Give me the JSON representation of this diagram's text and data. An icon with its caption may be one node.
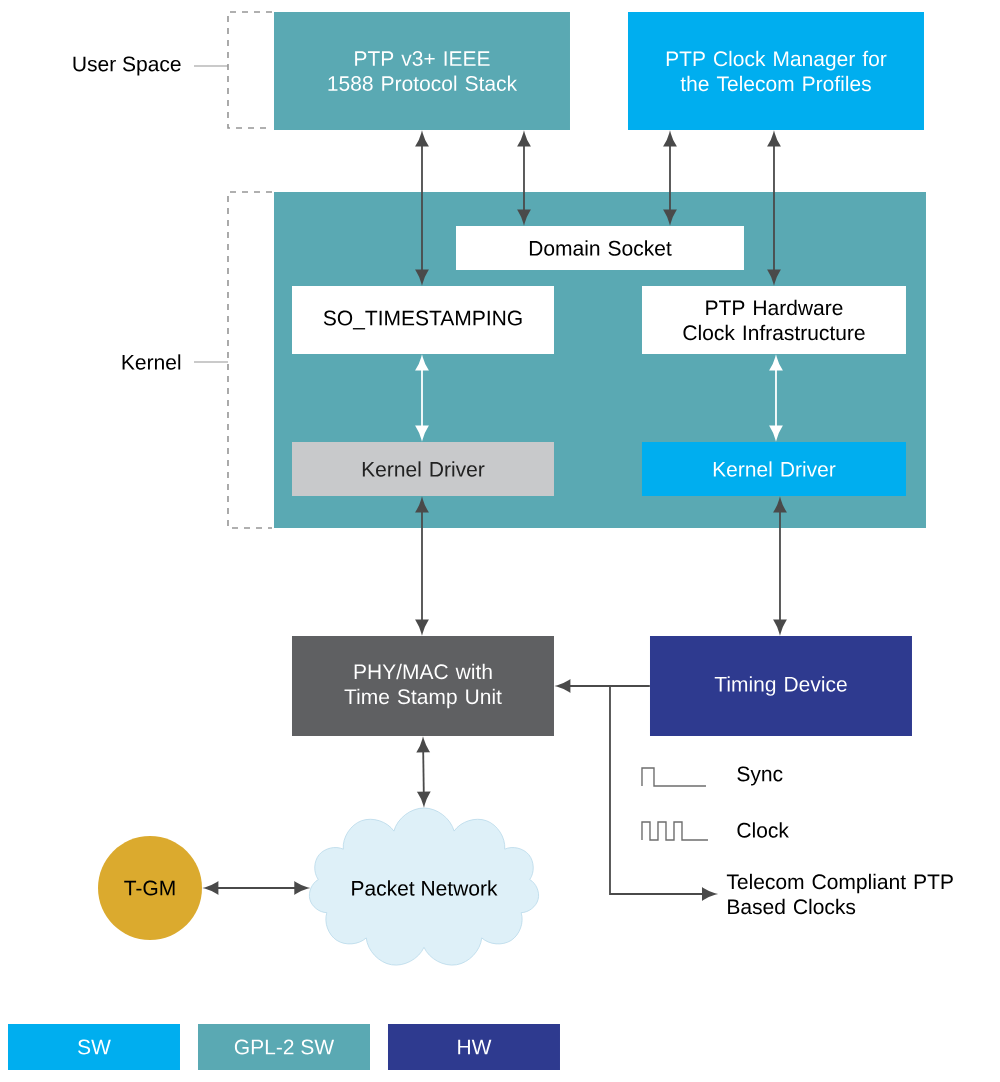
{
  "diagram": {
    "nodes": [
      {
        "text": [
          "PTP v3+ IEEE 1588 Protocol Stack"
        ]
      },
      {
        "text": [
          "PTP Clock Manager for the Telecom Profiles"
        ]
      },
      {
        "text": [],
        "shape": "box"
      },
      {
        "text": [
          "Domain Socket"
        ],
        "in": 2
      },
      {
        "text": [
          "SO_TIMESTAMPING"
        ],
        "in": 2
      },
      {
        "text": [
          "PTP Hardware Clock Infrastructure"
        ],
        "in": 2
      },
      {
        "text": [
          "Kernel Driver"
        ],
        "in": 2
      },
      {
        "text": [
          "Kernel Driver"
        ],
        "in": 2
      },
      {
        "text": [
          "PHY/MAC with Time Stamp Unit"
        ]
      },
      {
        "text": [
          "Timing Device"
        ]
      },
      {
        "text": [
          "T-GM"
        ]
      },
      {
        "text": [
          "Packet Network"
        ]
      },
      {
        "text": [
          "Telecom Compliant PTP Based Clocks"
        ]
      }
    ],
    "edges": [
      {
        "from": 0,
        "to": 4,
        "arrow": "both"
      },
      {
        "from": 0,
        "to": 3,
        "arrow": "both"
      },
      {
        "from": 1,
        "to": 3,
        "arrow": "both"
      },
      {
        "from": 1,
        "to": 5,
        "arrow": "both"
      },
      {
        "from": 4,
        "to": 6,
        "arrow": "both",
        "color": "#ffffff"
      },
      {
        "from": 5,
        "to": 7,
        "arrow": "both",
        "color": "#ffffff"
      },
      {
        "from": 6,
        "to": 8,
        "arrow": "both"
      },
      {
        "from": 7,
        "to": 9,
        "arrow": "both"
      },
      {
        "from": 9,
        "to": 8,
        "arrow": "to"
      },
      {
        "from": 9,
        "to": 12,
        "arrow": "to"
      },
      {
        "from": 8,
        "to": 11,
        "arrow": "both"
      },
      {
        "from": 10,
        "to": 11,
        "arrow": "both"
      }
    ],
    "labels": [
      "User Space",
      "Kernel",
      "Sync",
      "Clock"
    ],
    "legend": [
      {
        "text": "SW",
        "color": "#00aeef"
      },
      {
        "text": "GPL-2 SW",
        "color": "#5aa9b3"
      },
      {
        "text": "HW",
        "color": "#2e3a8f"
      }
    ]
  }
}
